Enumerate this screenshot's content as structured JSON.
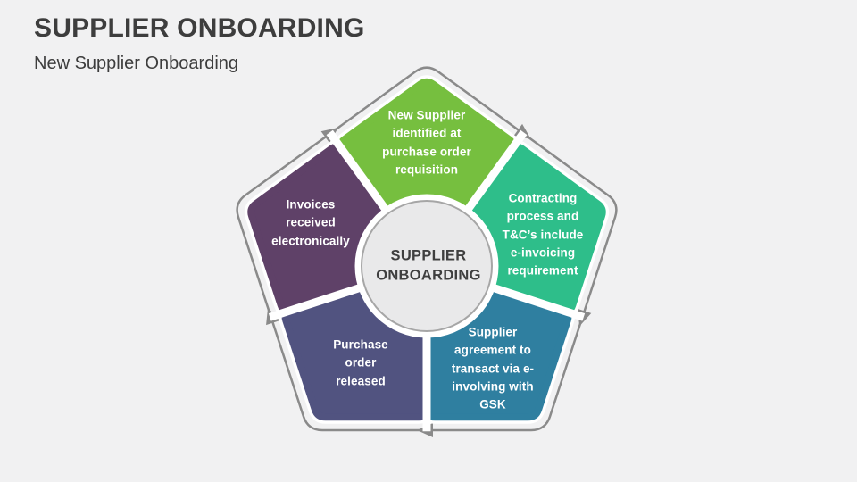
{
  "slide": {
    "title": "SUPPLIER ONBOARDING",
    "subtitle": "New Supplier Onboarding",
    "background_color": "#F1F1F2"
  },
  "diagram": {
    "type": "pentagon-cycle",
    "outline_color": "#8A8A8A",
    "gap_color": "#FFFFFF",
    "flow_direction": "clockwise",
    "center": {
      "label": "SUPPLIER\nONBOARDING",
      "fill": "#E9E9EA",
      "border_color": "#A6A6A6",
      "text_color": "#3F3F3F"
    },
    "segments": [
      {
        "position": "top",
        "label": "New Supplier\nidentified at\npurchase order\nrequisition",
        "color": "#76BF3F"
      },
      {
        "position": "right",
        "label": "Contracting\nprocess and\nT&C’s include\ne-invoicing\nrequirement",
        "color": "#2EBE8A"
      },
      {
        "position": "bottom-right",
        "label": "Supplier\nagreement to\ntransact via e-\ninvolving with\nGSK",
        "color": "#2F7FA0"
      },
      {
        "position": "bottom-left",
        "label": "Purchase\norder\nreleased",
        "color": "#515380"
      },
      {
        "position": "left",
        "label": "Invoices\nreceived\nelectronically",
        "color": "#5F4168"
      }
    ]
  }
}
